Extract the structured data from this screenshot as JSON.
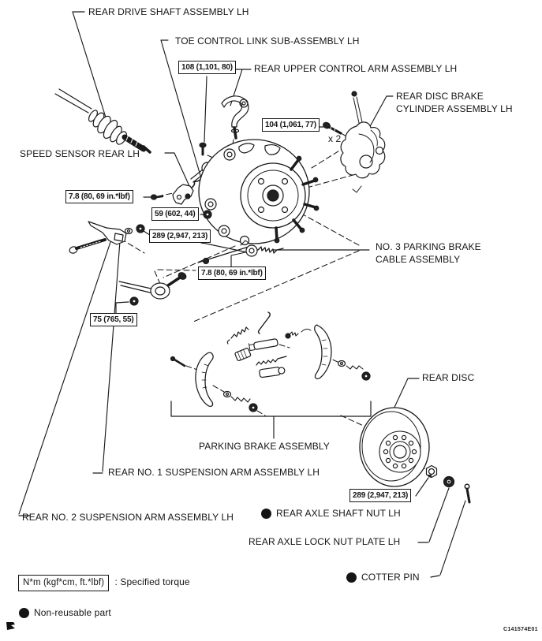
{
  "figure": {
    "code": "C141574E01",
    "ink": "#1a1a1a",
    "background": "#ffffff"
  },
  "part_labels": {
    "drive_shaft": "REAR DRIVE SHAFT ASSEMBLY LH",
    "toe_control_link": "TOE CONTROL LINK SUB-ASSEMBLY LH",
    "upper_control_arm": "REAR UPPER CONTROL ARM ASSEMBLY LH",
    "disc_brake_cylinder_line1": "REAR DISC BRAKE",
    "disc_brake_cylinder_line2": "CYLINDER ASSEMBLY LH",
    "speed_sensor": "SPEED SENSOR REAR LH",
    "parking_brake_cable_line1": "NO. 3 PARKING BRAKE",
    "parking_brake_cable_line2": "CABLE ASSEMBLY",
    "rear_disc": "REAR DISC",
    "parking_brake_assembly": "PARKING BRAKE ASSEMBLY",
    "no1_suspension_arm": "REAR NO. 1 SUSPENSION ARM ASSEMBLY LH",
    "no2_suspension_arm": "REAR NO. 2 SUSPENSION ARM ASSEMBLY LH",
    "axle_shaft_nut": "REAR AXLE SHAFT NUT LH",
    "axle_lock_nut_plate": "REAR AXLE LOCK NUT PLATE LH",
    "cotter_pin": "COTTER PIN"
  },
  "torque_specs": {
    "upper_arm_bolt": "108 (1,101, 80)",
    "caliper_bolt": "104 (1,061, 77)",
    "caliper_bolt_qty": "x 2",
    "speed_sensor_bolt": "7.8 (80, 69 in.*lbf)",
    "toe_link_nut": "59 (602, 44)",
    "no2_arm_nut": "289 (2,947, 213)",
    "cable_clamp_bolt": "7.8 (80, 69 in.*lbf)",
    "no1_arm_nut": "75 (765, 55)",
    "axle_shaft_nut": "289 (2,947, 213)"
  },
  "legend": {
    "torque_unit_box": "N*m (kgf*cm, ft.*lbf)",
    "torque_meaning": ": Specified torque",
    "non_reusable": "Non-reusable part"
  }
}
